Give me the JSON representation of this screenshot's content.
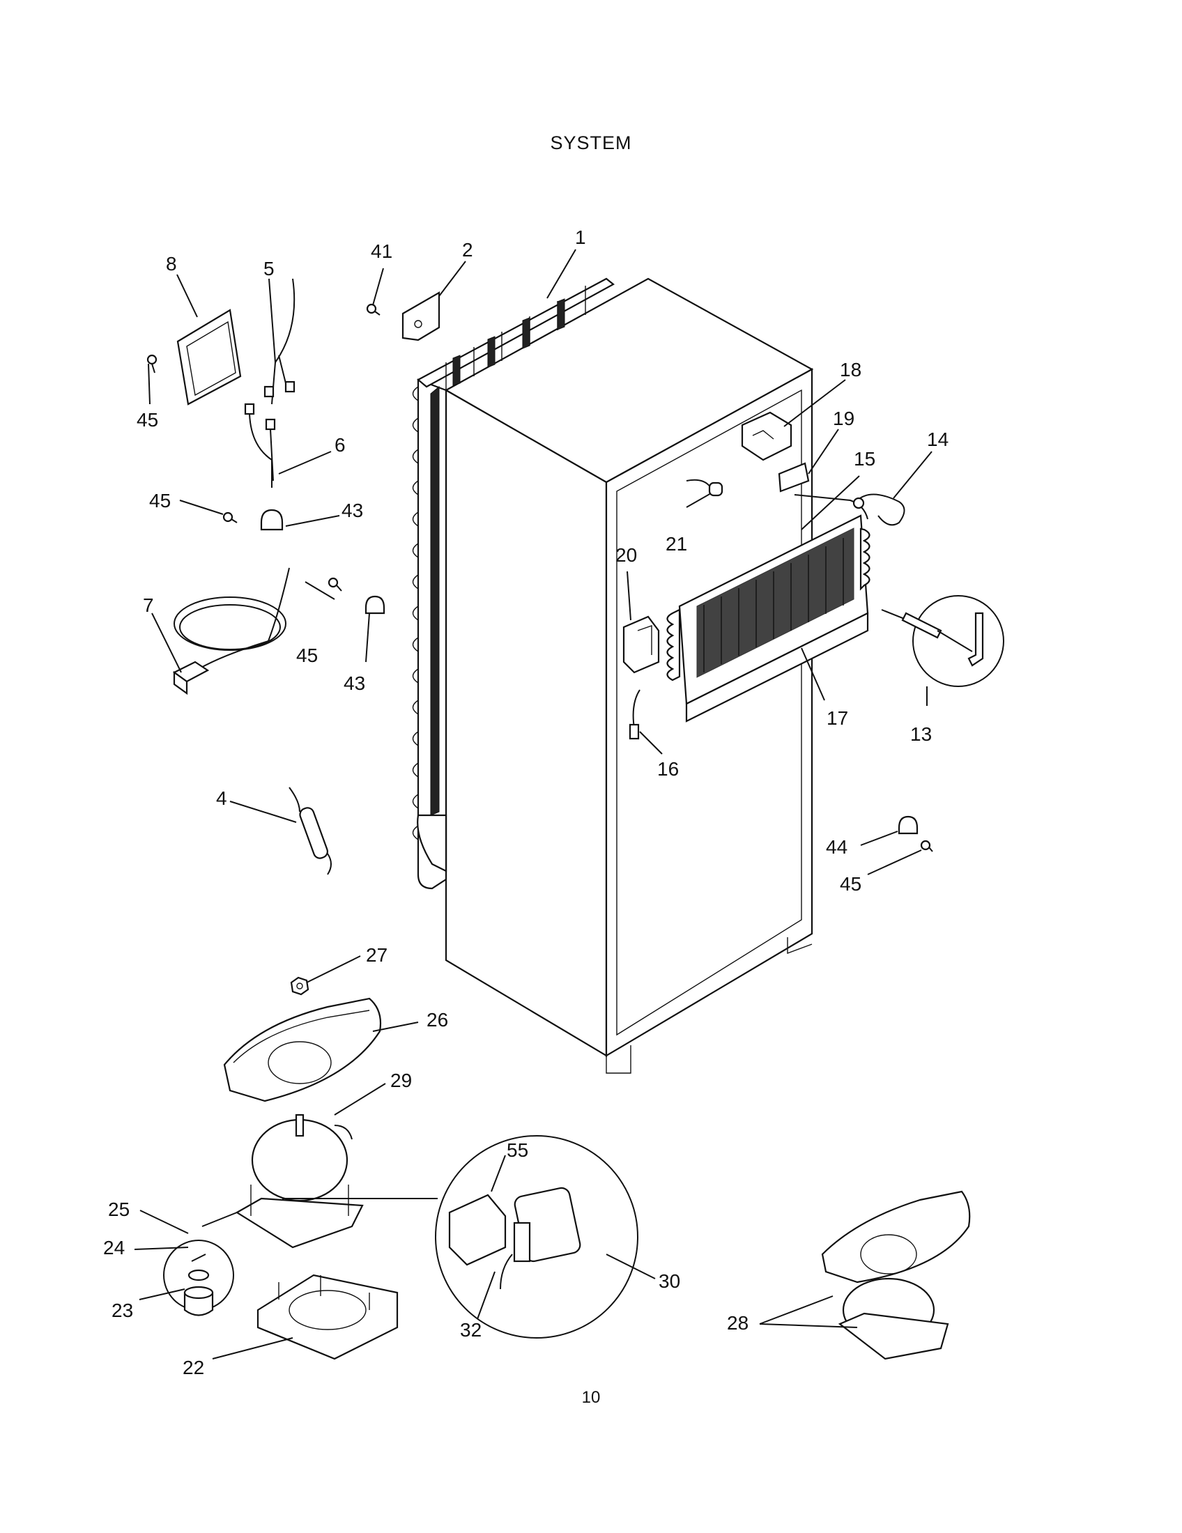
{
  "page": {
    "title": "SYSTEM",
    "page_number": "10"
  },
  "callouts": {
    "c1": "1",
    "c2": "2",
    "c41": "41",
    "c5": "5",
    "c8": "8",
    "c45a": "45",
    "c6": "6",
    "c45b": "45",
    "c43a": "43",
    "c7": "7",
    "c45c": "45",
    "c43b": "43",
    "c4": "4",
    "c18": "18",
    "c19": "19",
    "c15": "15",
    "c14": "14",
    "c21": "21",
    "c20": "20",
    "c17": "17",
    "c13": "13",
    "c16": "16",
    "c44": "44",
    "c45d": "45",
    "c27": "27",
    "c26": "26",
    "c29": "29",
    "c25": "25",
    "c24": "24",
    "c23": "23",
    "c22": "22",
    "c55": "55",
    "c30": "30",
    "c32": "32",
    "c28": "28"
  }
}
